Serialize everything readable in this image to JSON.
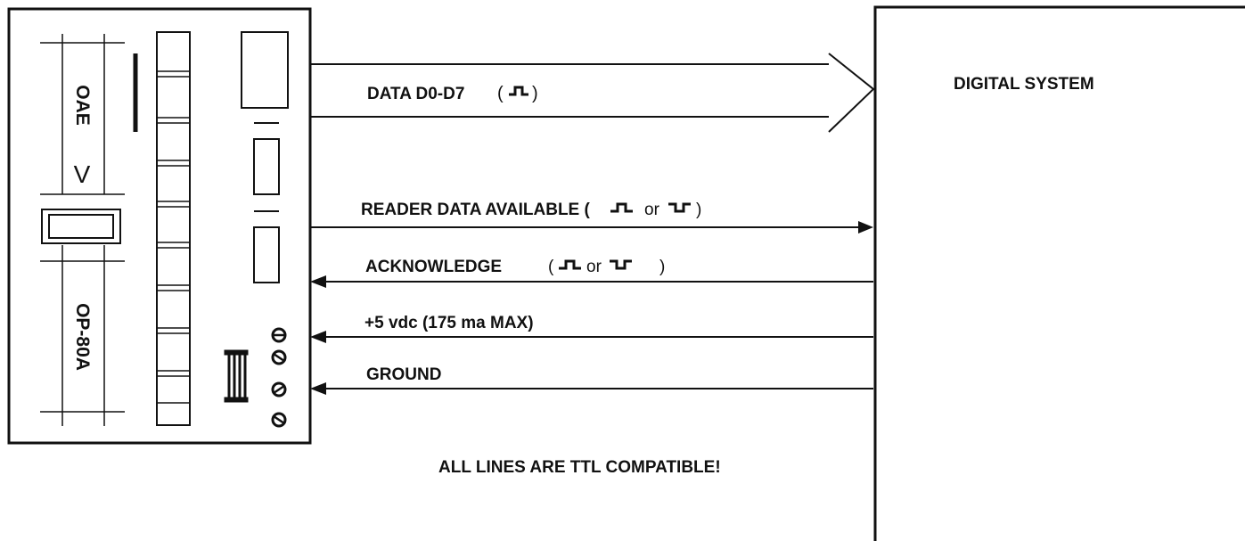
{
  "device": {
    "top_label": "OAE",
    "bottom_label": "OP-80A",
    "arrow_glyph": "V"
  },
  "system": {
    "label": "DIGITAL SYSTEM"
  },
  "signals": {
    "data": "DATA  D0-D7",
    "data_paren_open": "(",
    "data_paren_close": ")",
    "reader": "READER DATA AVAILABLE (",
    "reader_or": "or",
    "reader_close": ")",
    "ack": "ACKNOWLEDGE",
    "ack_paren_open": "(",
    "ack_or": "or",
    "ack_close": ")",
    "power": "+5 vdc  (175 ma MAX)",
    "ground": "GROUND"
  },
  "note": "ALL LINES ARE TTL COMPATIBLE!",
  "icons": {
    "pulse_positive": "positive-pulse-icon",
    "pulse_negative": "negative-pulse-icon",
    "screw": "screw-terminal-icon",
    "connector": "connector-icon"
  },
  "colors": {
    "ink": "#111111",
    "paper": "#ffffff"
  }
}
